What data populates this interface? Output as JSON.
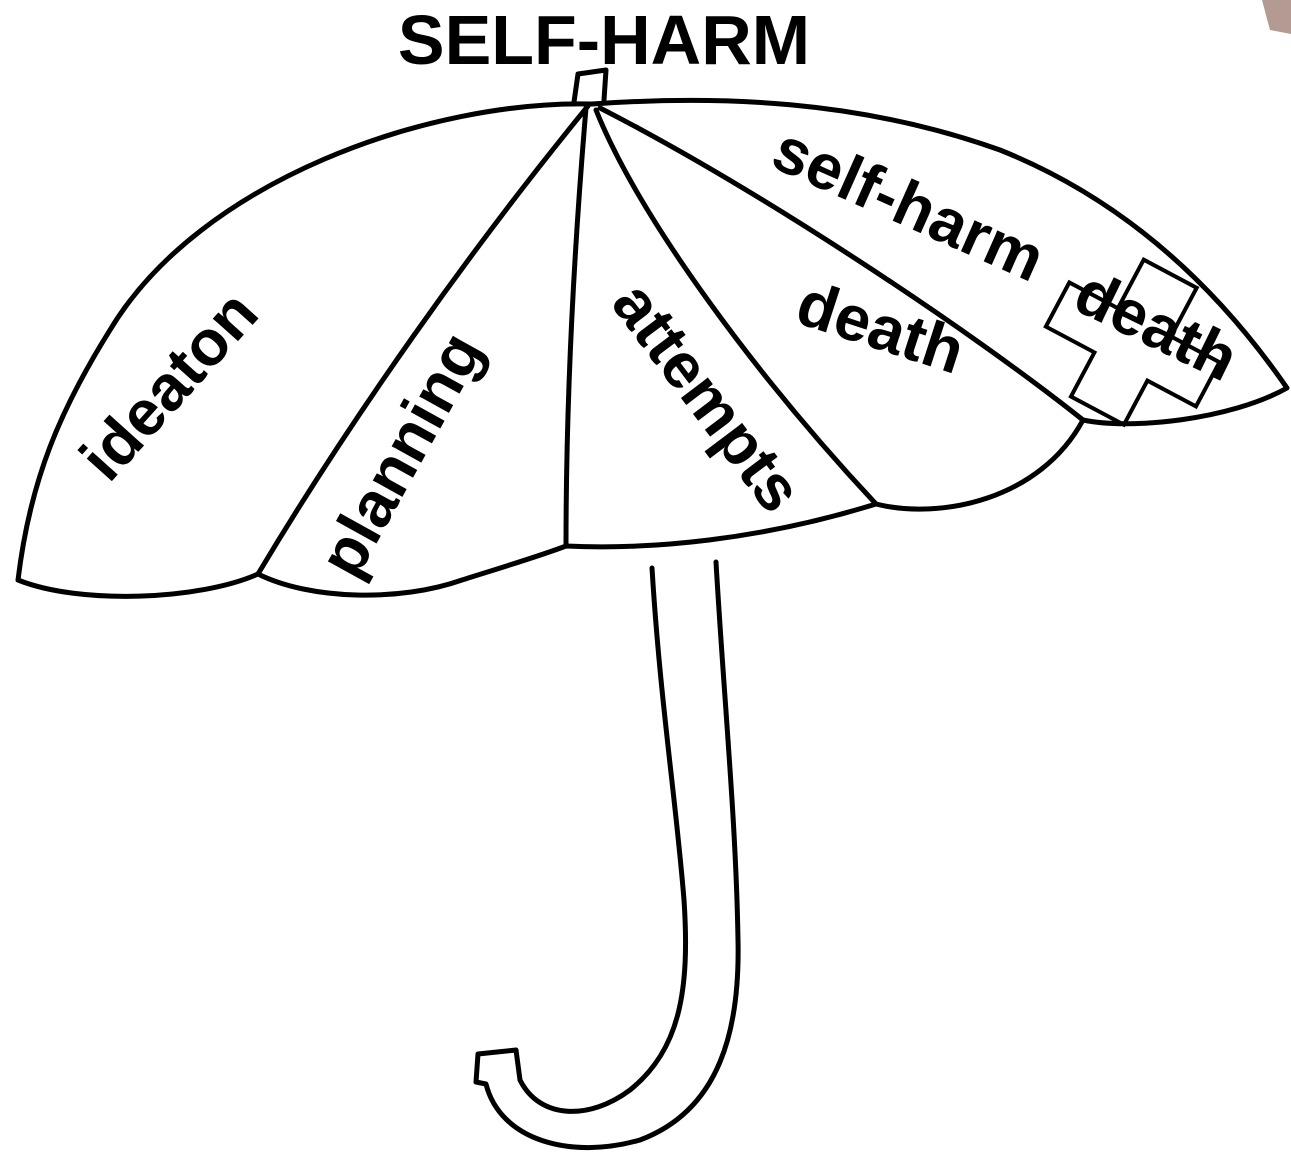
{
  "title": "SELF-HARM",
  "segments": [
    {
      "label": "ideaton"
    },
    {
      "label": "planning"
    },
    {
      "label": "attempts"
    },
    {
      "label": "death"
    },
    {
      "label": "self-harm"
    },
    {
      "label": "death",
      "crossed_out": true
    }
  ],
  "colors": {
    "line": "#000000",
    "background": "#ffffff",
    "corner_accent": "#b39a92"
  }
}
